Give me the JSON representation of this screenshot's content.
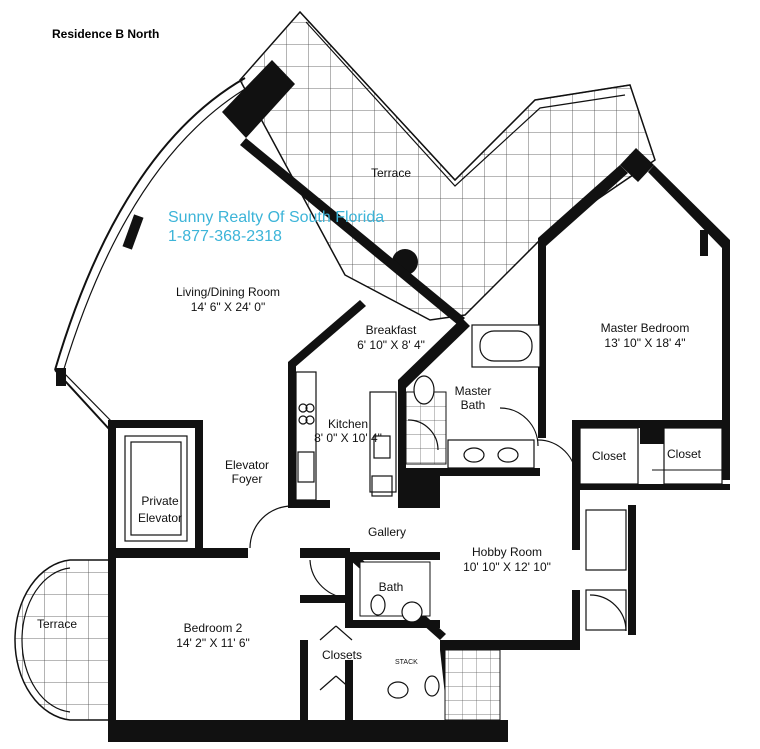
{
  "header": {
    "title": "Residence B North"
  },
  "watermark": {
    "company": "Sunny Realty Of South Florida",
    "phone": "1-877-368-2318"
  },
  "rooms": {
    "terrace_top": {
      "name": "Terrace"
    },
    "living": {
      "name": "Living/Dining Room",
      "size": "14' 6\" X 24' 0\""
    },
    "breakfast": {
      "name": "Breakfast",
      "size": "6' 10\" X 8' 4\""
    },
    "kitchen": {
      "name": "Kitchen",
      "size": "8' 0\" X 10' 4\""
    },
    "master_bath": {
      "name": "Master",
      "name2": "Bath"
    },
    "master_bedroom": {
      "name": "Master Bedroom",
      "size": "13' 10\" X 18' 4\""
    },
    "closet_left": {
      "name": "Closet"
    },
    "closet_right": {
      "name": "Closet"
    },
    "elevator_foyer": {
      "name": "Elevator",
      "name2": "Foyer"
    },
    "private_elevator": {
      "name": "Private",
      "name2": "Elevator"
    },
    "gallery": {
      "name": "Gallery"
    },
    "hobby": {
      "name": "Hobby Room",
      "size": "10' 10\" X 12' 10\""
    },
    "bath": {
      "name": "Bath"
    },
    "terrace_left": {
      "name": "Terrace"
    },
    "bedroom2": {
      "name": "Bedroom 2",
      "size": "14' 2\" X 11' 6\""
    },
    "closets": {
      "name": "Closets"
    },
    "stack": {
      "name": "STACK"
    }
  }
}
